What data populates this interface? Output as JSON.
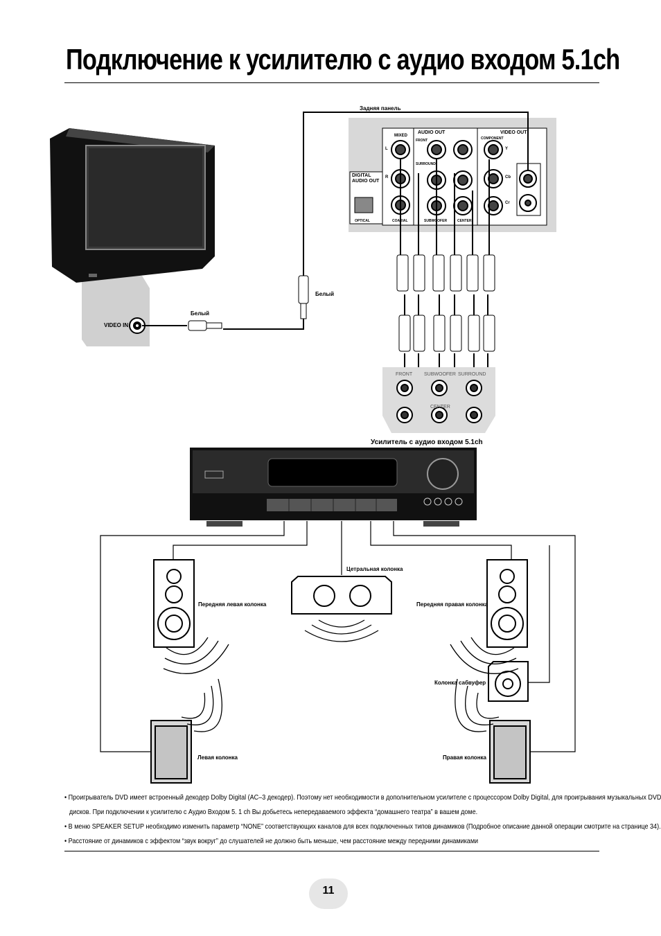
{
  "title": "Подключение к усилителю с аудио входом 5.1ch",
  "labels": {
    "rear_panel": "Задняя панель",
    "audio_out": "AUDIO OUT",
    "video_out": "VIDEO OUT",
    "mixed": "MIXED",
    "front": "FRONT",
    "surround": "SURROUND",
    "component": "COMPONENT",
    "digital_audio_out": "DIGITAL AUDIO OUT",
    "optical": "OPTICAL",
    "coaxial": "COAXIAL",
    "subwoofer": "SUBWOOFER",
    "center": "CENTER",
    "y": "Y",
    "cb": "Cb",
    "cr": "Cr",
    "l": "L",
    "r": "R",
    "video_in": "VIDEO IN",
    "white_1": "Белый",
    "white_2": "Белый",
    "amp_front": "FRONT",
    "amp_subwoofer": "SUBWOOFER",
    "amp_surround": "SURROUND",
    "amp_center": "CENTER",
    "amplifier": "Усилитель с аудио входом 5.1ch",
    "center_speaker": "Цетральная колонка",
    "front_left": "Передняя левая колонка",
    "front_right": "Передняя правая колонка",
    "subwoofer_speaker": "Колонка сабвуфер",
    "left_speaker": "Левая колонка",
    "right_speaker": "Правая колонка"
  },
  "notes": [
    "• Проигрыватель DVD имеет встроенный декодер Dolby Digital (AC–3 декодер). Поэтому нет необходимости в дополнительном усилителе с процессором Dolby Digital, для проигрывания музыкальных DVD",
    "дисков. При подключении к усилителю с Аудио Входом 5. 1 ch Вы добьетесь непередаваемого эффекта “домашнего театра” в вашем доме.",
    "• В меню SPEAKER SETUP необходимо изменить параметр “NONE” соответствующих каналов для всех подключенных типов динамиков (Подробное описание данной операции смотрите на странице 34).",
    "• Расстояние от динамиков с эффектом “звук вокруг” до слушателей не должно быть меньше, чем расстояние между передними динамиками"
  ],
  "page_number": "11"
}
